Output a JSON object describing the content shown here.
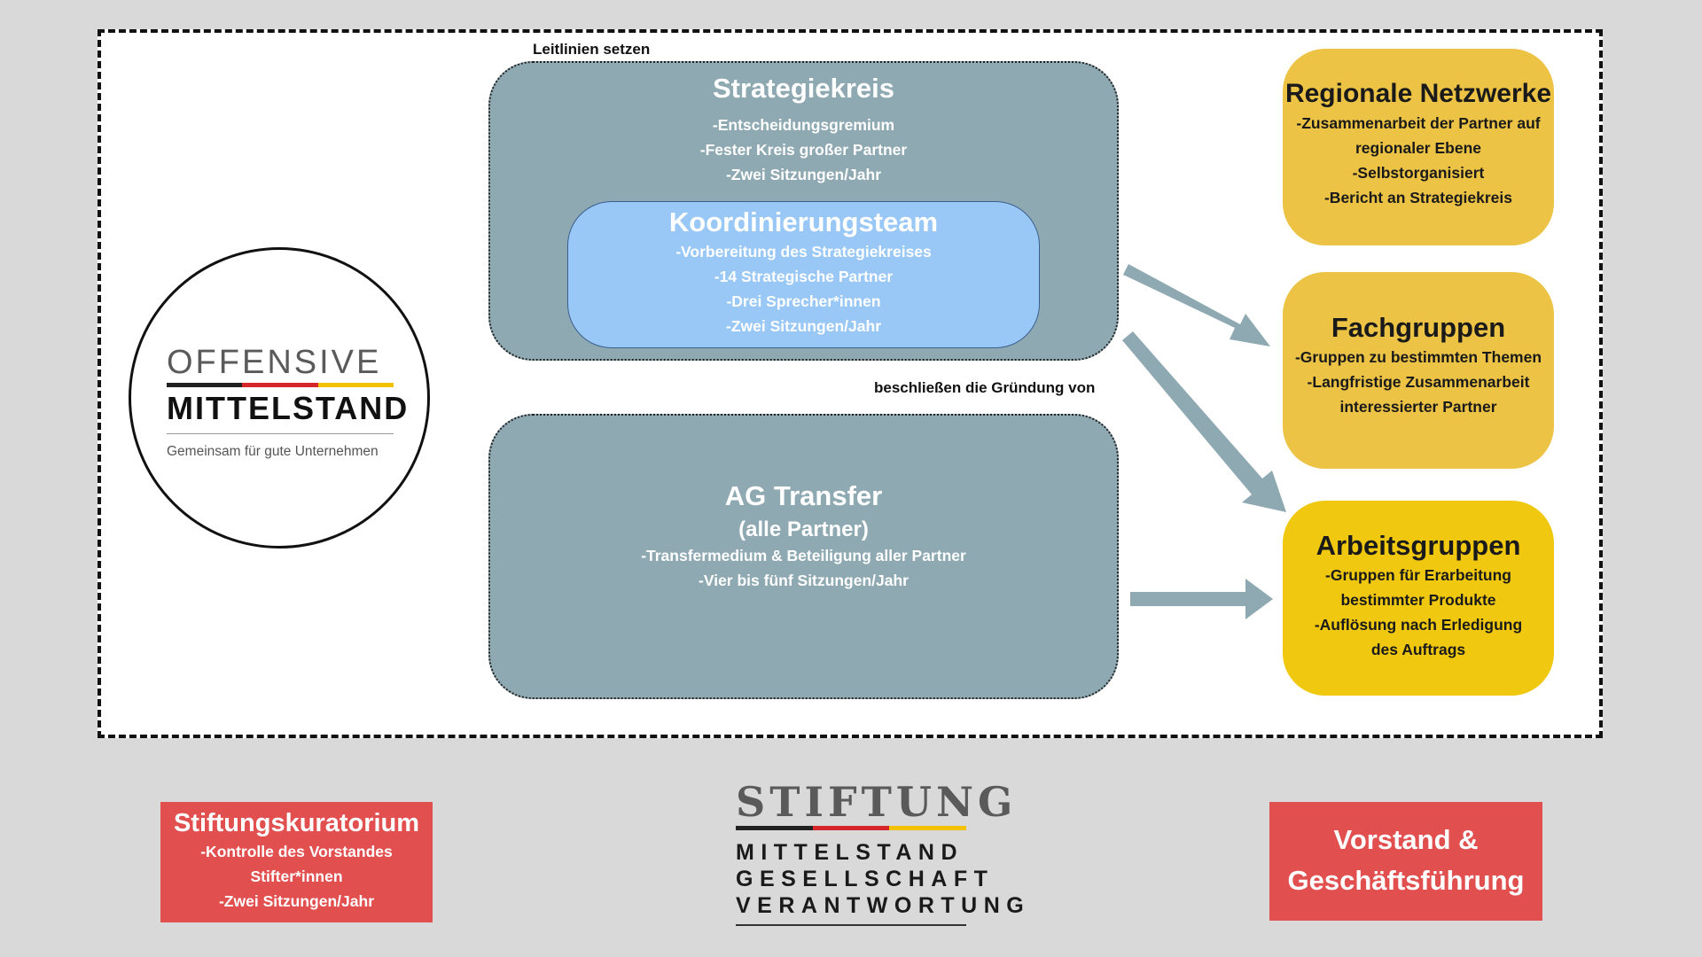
{
  "labels": {
    "leitlinien": "Leitlinien setzen",
    "beschliessen": "beschließen die Gründung von"
  },
  "strategiekreis": {
    "title": "Strategiekreis",
    "lines": [
      "-Entscheidungsgremium",
      "-Fester Kreis großer Partner",
      "-Zwei Sitzungen/Jahr"
    ]
  },
  "koordinierungsteam": {
    "title": "Koordinierungsteam",
    "lines": [
      "-Vorbereitung des Strategiekreises",
      "-14 Strategische Partner",
      "-Drei Sprecher*innen",
      "-Zwei Sitzungen/Jahr"
    ]
  },
  "ag_transfer": {
    "title": "AG Transfer",
    "subtitle": "(alle Partner)",
    "lines": [
      "-Transfermedium & Beteiligung aller Partner",
      "-Vier bis fünf Sitzungen/Jahr"
    ]
  },
  "regionale_netzwerke": {
    "title": "Regionale Netzwerke",
    "lines": [
      "-Zusammenarbeit der Partner auf",
      "regionaler Ebene",
      "-Selbstorganisiert",
      "-Bericht an Strategiekreis"
    ]
  },
  "fachgruppen": {
    "title": "Fachgruppen",
    "lines": [
      "-Gruppen zu bestimmten Themen",
      "-Langfristige Zusammenarbeit",
      "interessierter Partner"
    ]
  },
  "arbeitsgruppen": {
    "title": "Arbeitsgruppen",
    "lines": [
      "-Gruppen für Erarbeitung",
      "bestimmter Produkte",
      "-Auflösung nach Erledigung",
      "des Auftrags"
    ]
  },
  "stiftungskuratorium": {
    "title": "Stiftungskuratorium",
    "lines": [
      "-Kontrolle des Vorstandes",
      "Stifter*innen",
      "-Zwei Sitzungen/Jahr"
    ]
  },
  "vorstand": {
    "line1": "Vorstand &",
    "line2": "Geschäftsführung"
  },
  "logo_offensive": {
    "word1": "OFFENSIVE",
    "word2": "MITTELSTAND",
    "tagline": "Gemeinsam für gute Unternehmen"
  },
  "logo_stiftung": {
    "title": "STIFTUNG",
    "lines": [
      "MITTELSTAND",
      "GESELLSCHAFT",
      "VERANTWORTUNG"
    ]
  },
  "colors": {
    "background": "#d9d9d9",
    "grey_box": "#8ea9b2",
    "blue_box": "#99c8f7",
    "yellow_box": "#ecc344",
    "yellow_box_strong": "#f0c810",
    "red_box": "#e24f4f",
    "arrow": "#8ea9b2",
    "flag_black": "#222222",
    "flag_red": "#d7262b",
    "flag_gold": "#f2c200"
  }
}
